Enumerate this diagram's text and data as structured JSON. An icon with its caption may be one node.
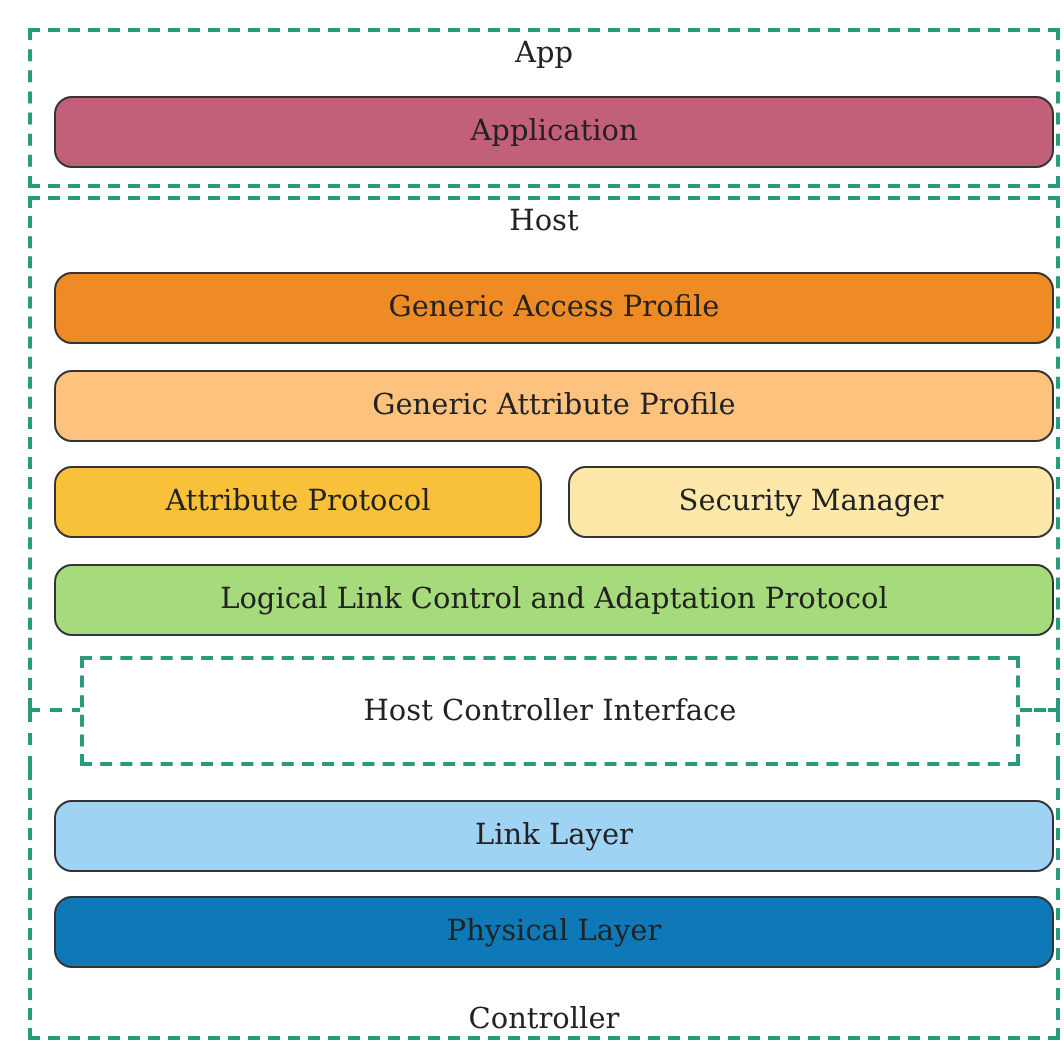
{
  "diagram": {
    "nodes": [
      {
        "text": [
          "App"
        ]
      },
      {
        "text": [
          "Application"
        ],
        "in": 0
      },
      {
        "text": [
          "Host"
        ]
      },
      {
        "text": [
          "Generic Access Profile"
        ],
        "in": 2
      },
      {
        "text": [
          "Generic Attribute Profile"
        ],
        "in": 2
      },
      {
        "text": [
          "Attribute Protocol"
        ],
        "in": 2
      },
      {
        "text": [
          "Security Manager"
        ],
        "in": 2
      },
      {
        "text": [
          "Logical Link Control and Adaptation Protocol"
        ],
        "in": 2
      },
      {
        "text": [
          "Host Controller Interface"
        ]
      },
      {
        "text": [
          "Controller"
        ]
      },
      {
        "text": [
          "Link Layer"
        ],
        "in": 9
      },
      {
        "text": [
          "Physical Layer"
        ],
        "in": 9
      }
    ]
  }
}
